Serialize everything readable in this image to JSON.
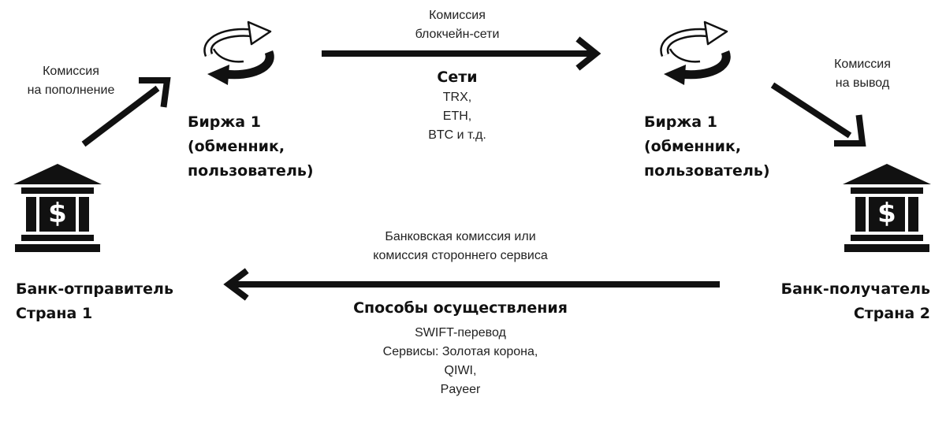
{
  "left_bank": {
    "line1": "Банк-отправитель",
    "line2": "Страна 1",
    "icon": "bank-icon"
  },
  "right_bank": {
    "line1": "Банк-получатель",
    "line2": "Страна 2",
    "icon": "bank-icon"
  },
  "exchange_left": {
    "line1": "Биржа 1",
    "line2": "(обменник,",
    "line3": "пользователь)",
    "icon": "exchange-cycle-icon"
  },
  "exchange_right": {
    "line1": "Биржа 1",
    "line2": "(обменник,",
    "line3": "пользователь)",
    "icon": "exchange-cycle-icon"
  },
  "deposit_fee": {
    "line1": "Комиссия",
    "line2": "на пополнение"
  },
  "withdraw_fee": {
    "line1": "Комиссия",
    "line2": "на вывод"
  },
  "blockchain": {
    "fee_line1": "Комиссия",
    "fee_line2": "блокчейн-сети",
    "title": "Сети",
    "items": [
      "TRX,",
      "ETH,",
      "BTC и т.д."
    ]
  },
  "bank_transfer": {
    "fee_line1": "Банковская комиссия или",
    "fee_line2": "комиссия стороннего сервиса",
    "title": "Способы осуществления",
    "items": [
      "SWIFT-перевод",
      "Сервисы: Золотая корона,",
      "QIWI,",
      "Payeer"
    ]
  },
  "colors": {
    "ink": "#111111",
    "background": "#ffffff"
  }
}
